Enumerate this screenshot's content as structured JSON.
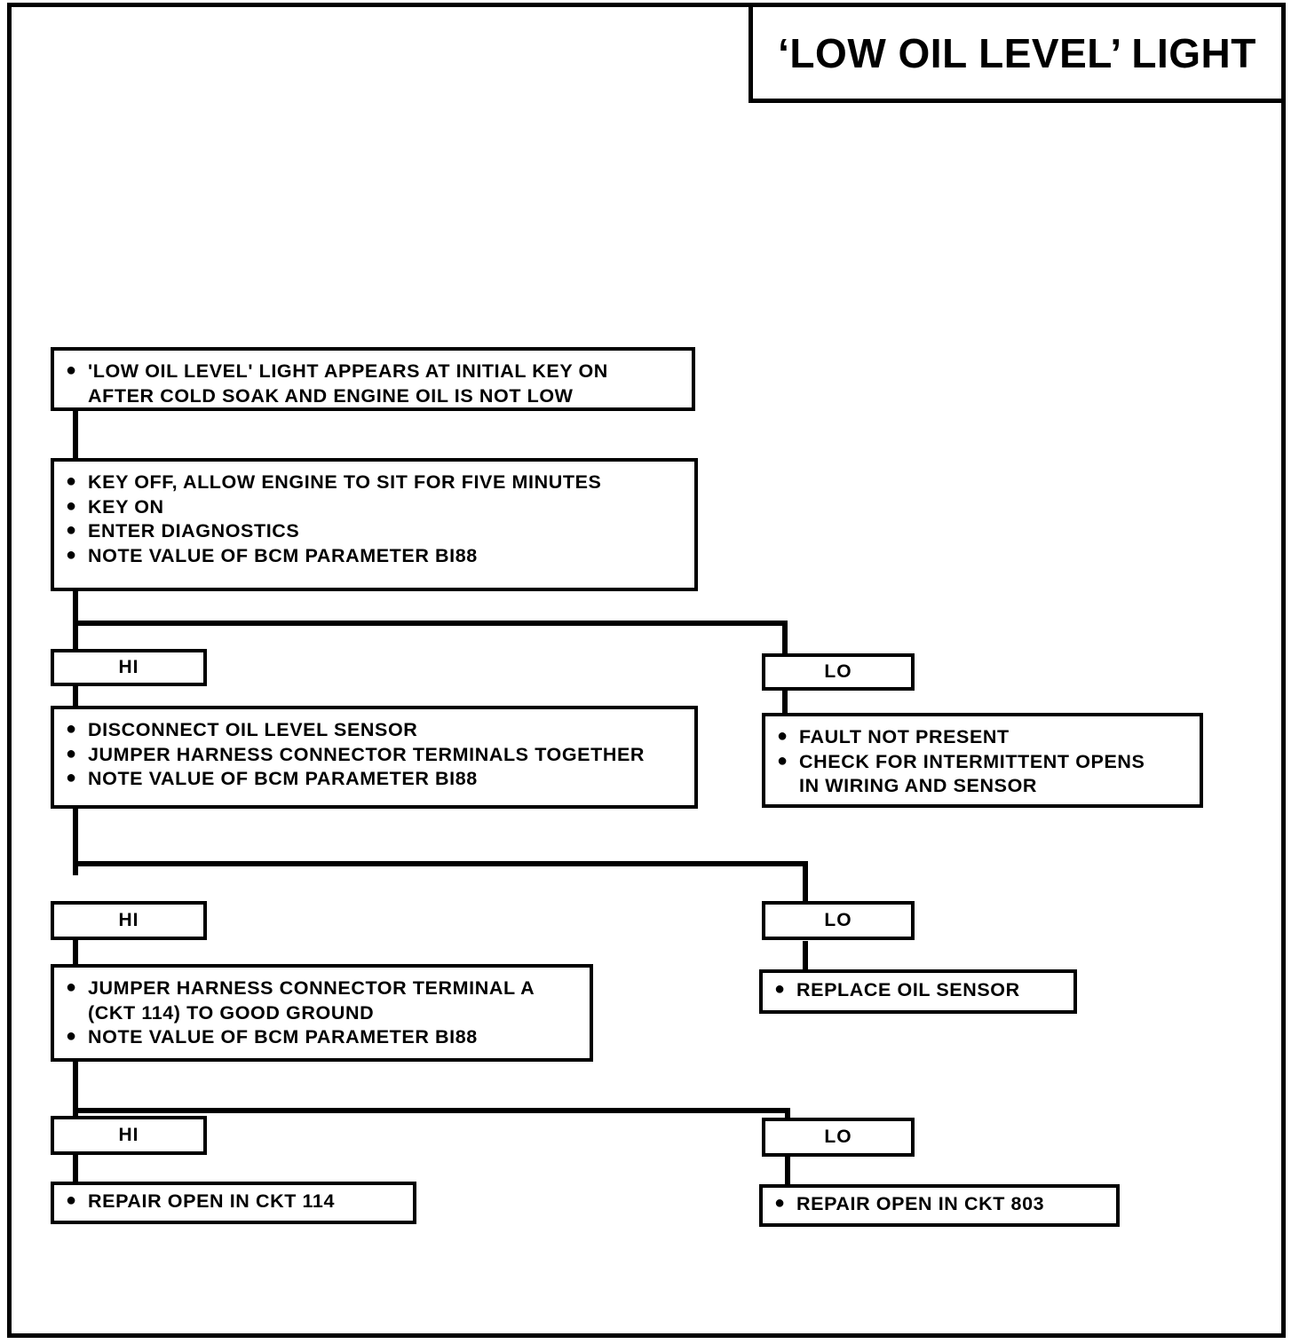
{
  "title": {
    "text": "‘LOW OIL LEVEL’ LIGHT"
  },
  "colors": {
    "ink": "#000000",
    "paper": "#ffffff"
  },
  "bullet_glyph": "●",
  "nodes": {
    "symptom": {
      "name": "symptom-box",
      "lines": [
        "'LOW OIL LEVEL' LIGHT APPEARS AT INITIAL KEY ON\nAFTER COLD SOAK AND ENGINE OIL IS NOT LOW"
      ]
    },
    "step1": {
      "name": "step-key-off-box",
      "lines": [
        "KEY  OFF, ALLOW ENGINE TO SIT FOR FIVE MINUTES",
        "KEY ON",
        "ENTER DIAGNOSTICS",
        "NOTE VALUE OF BCM PARAMETER BI88"
      ]
    },
    "step2": {
      "name": "step-disconnect-sensor-box",
      "lines": [
        "DISCONNECT OIL LEVEL SENSOR",
        "JUMPER HARNESS CONNECTOR TERMINALS TOGETHER",
        "NOTE VALUE OF BCM PARAMETER BI88"
      ]
    },
    "fault_not_present": {
      "name": "fault-not-present-box",
      "lines": [
        "FAULT NOT PRESENT",
        "CHECK FOR INTERMITTENT OPENS\nIN WIRING AND SENSOR"
      ]
    },
    "step3": {
      "name": "step-jumper-terminal-a-box",
      "lines": [
        "JUMPER HARNESS CONNECTOR TERMINAL A\n(CKT 114) TO GOOD GROUND",
        "NOTE VALUE OF BCM PARAMETER BI88"
      ]
    },
    "replace_sensor": {
      "name": "replace-oil-sensor-box",
      "lines": [
        "REPLACE OIL SENSOR"
      ]
    },
    "repair_114": {
      "name": "repair-open-ckt-114-box",
      "lines": [
        "REPAIR OPEN IN CKT 114"
      ]
    },
    "repair_803": {
      "name": "repair-open-ckt-803-box",
      "lines": [
        "REPAIR OPEN IN CKT 803"
      ]
    }
  },
  "branch_labels": {
    "hi_1": "HI",
    "lo_1": "LO",
    "hi_2": "HI",
    "lo_2": "LO",
    "hi_3": "HI",
    "lo_3": "LO"
  }
}
